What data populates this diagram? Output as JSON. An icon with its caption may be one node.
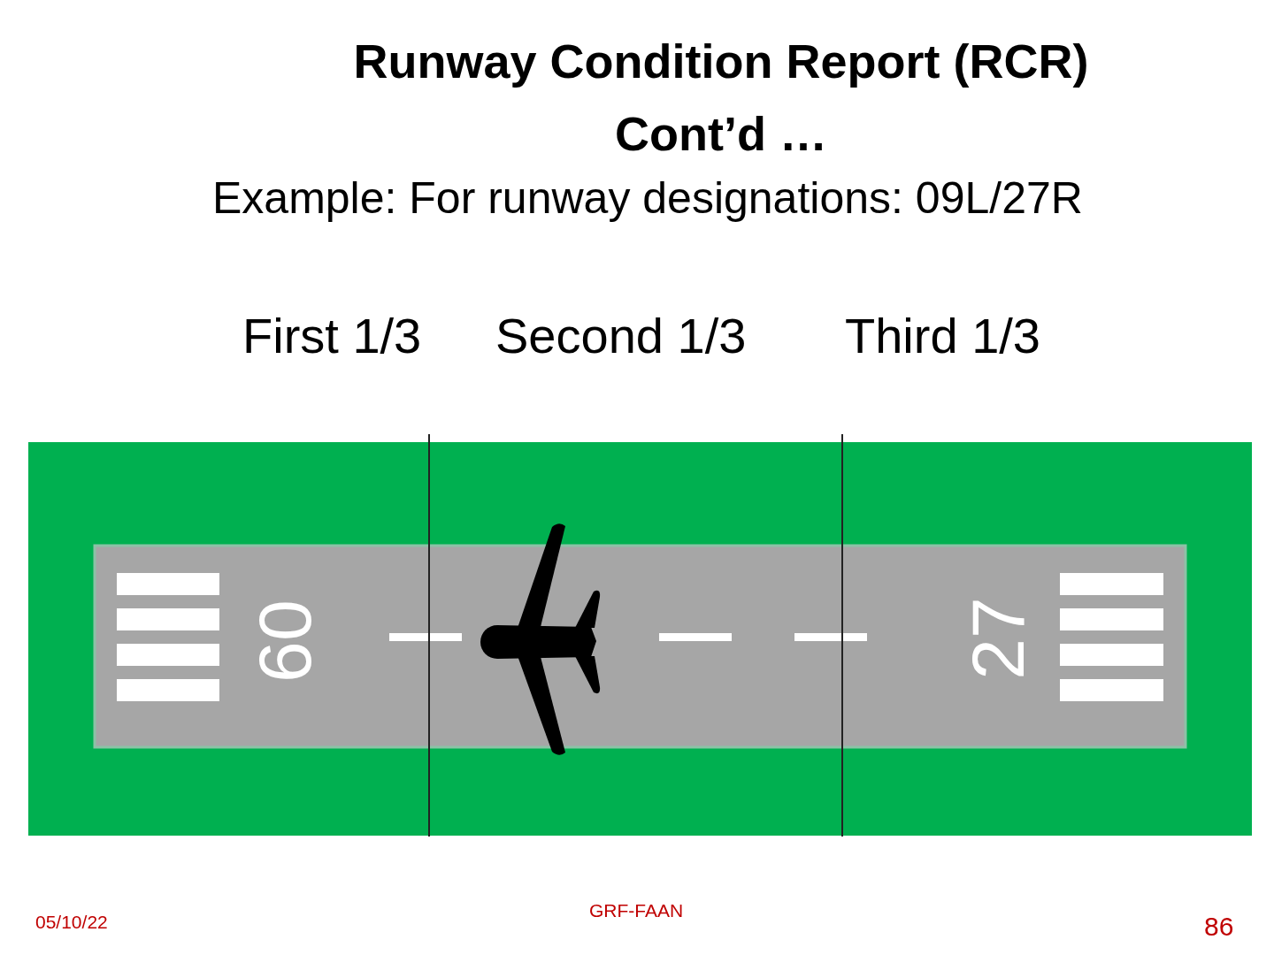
{
  "diagram": {
    "title": "Runway Condition Report (RCR) Cont’d …",
    "labels": [
      "Example: For runway designations: 09L/27R",
      "First 1/3",
      "Second 1/3",
      "Third 1/3",
      "09",
      "27",
      "05/10/22",
      "GRF-FAAN",
      "86"
    ]
  }
}
